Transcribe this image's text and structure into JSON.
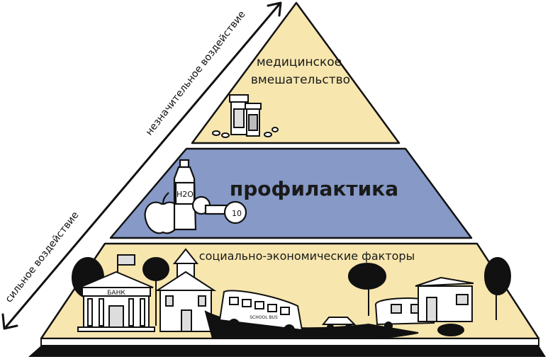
{
  "pyramid": {
    "tiers": [
      {
        "id": "top",
        "label_lines": [
          "медицинское",
          "вмешательство"
        ],
        "color": "#f7e6ae"
      },
      {
        "id": "middle",
        "label_lines": [
          "профилактика"
        ],
        "color": "#8699c7"
      },
      {
        "id": "bottom",
        "label_lines": [
          "социально-экономические факторы"
        ],
        "color": "#f7e6ae"
      }
    ]
  },
  "axis": {
    "upper_label": "незначительное воздействие",
    "lower_label": "сильное воздействие"
  },
  "illustrations": {
    "bank_sign": "БАНК",
    "bottle_label": "H2O",
    "dumbbell_label": "10",
    "bus_sign": "SCHOOL BUS"
  },
  "colors": {
    "outline": "#111111",
    "ground": "#111111"
  }
}
